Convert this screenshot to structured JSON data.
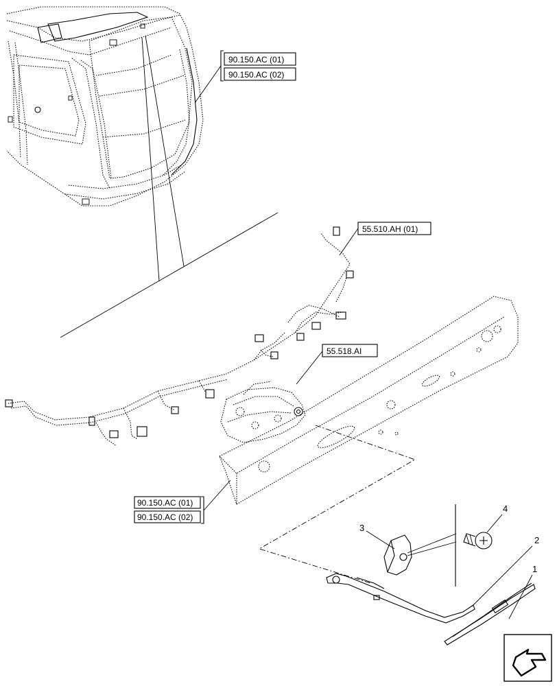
{
  "references": {
    "cab_ref_1": "90.150.AC (01)",
    "cab_ref_2": "90.150.AC (02)",
    "harness_ref": "55.510.AH (01)",
    "motor_ref": "55.518.AI",
    "panel_ref_1": "90.150.AC (01)",
    "panel_ref_2": "90.150.AC (02)"
  },
  "callouts": {
    "item_1": "1",
    "item_2": "2",
    "item_3": "3",
    "item_4": "4"
  },
  "nav": {
    "icon": "next-page-arrow-icon"
  }
}
